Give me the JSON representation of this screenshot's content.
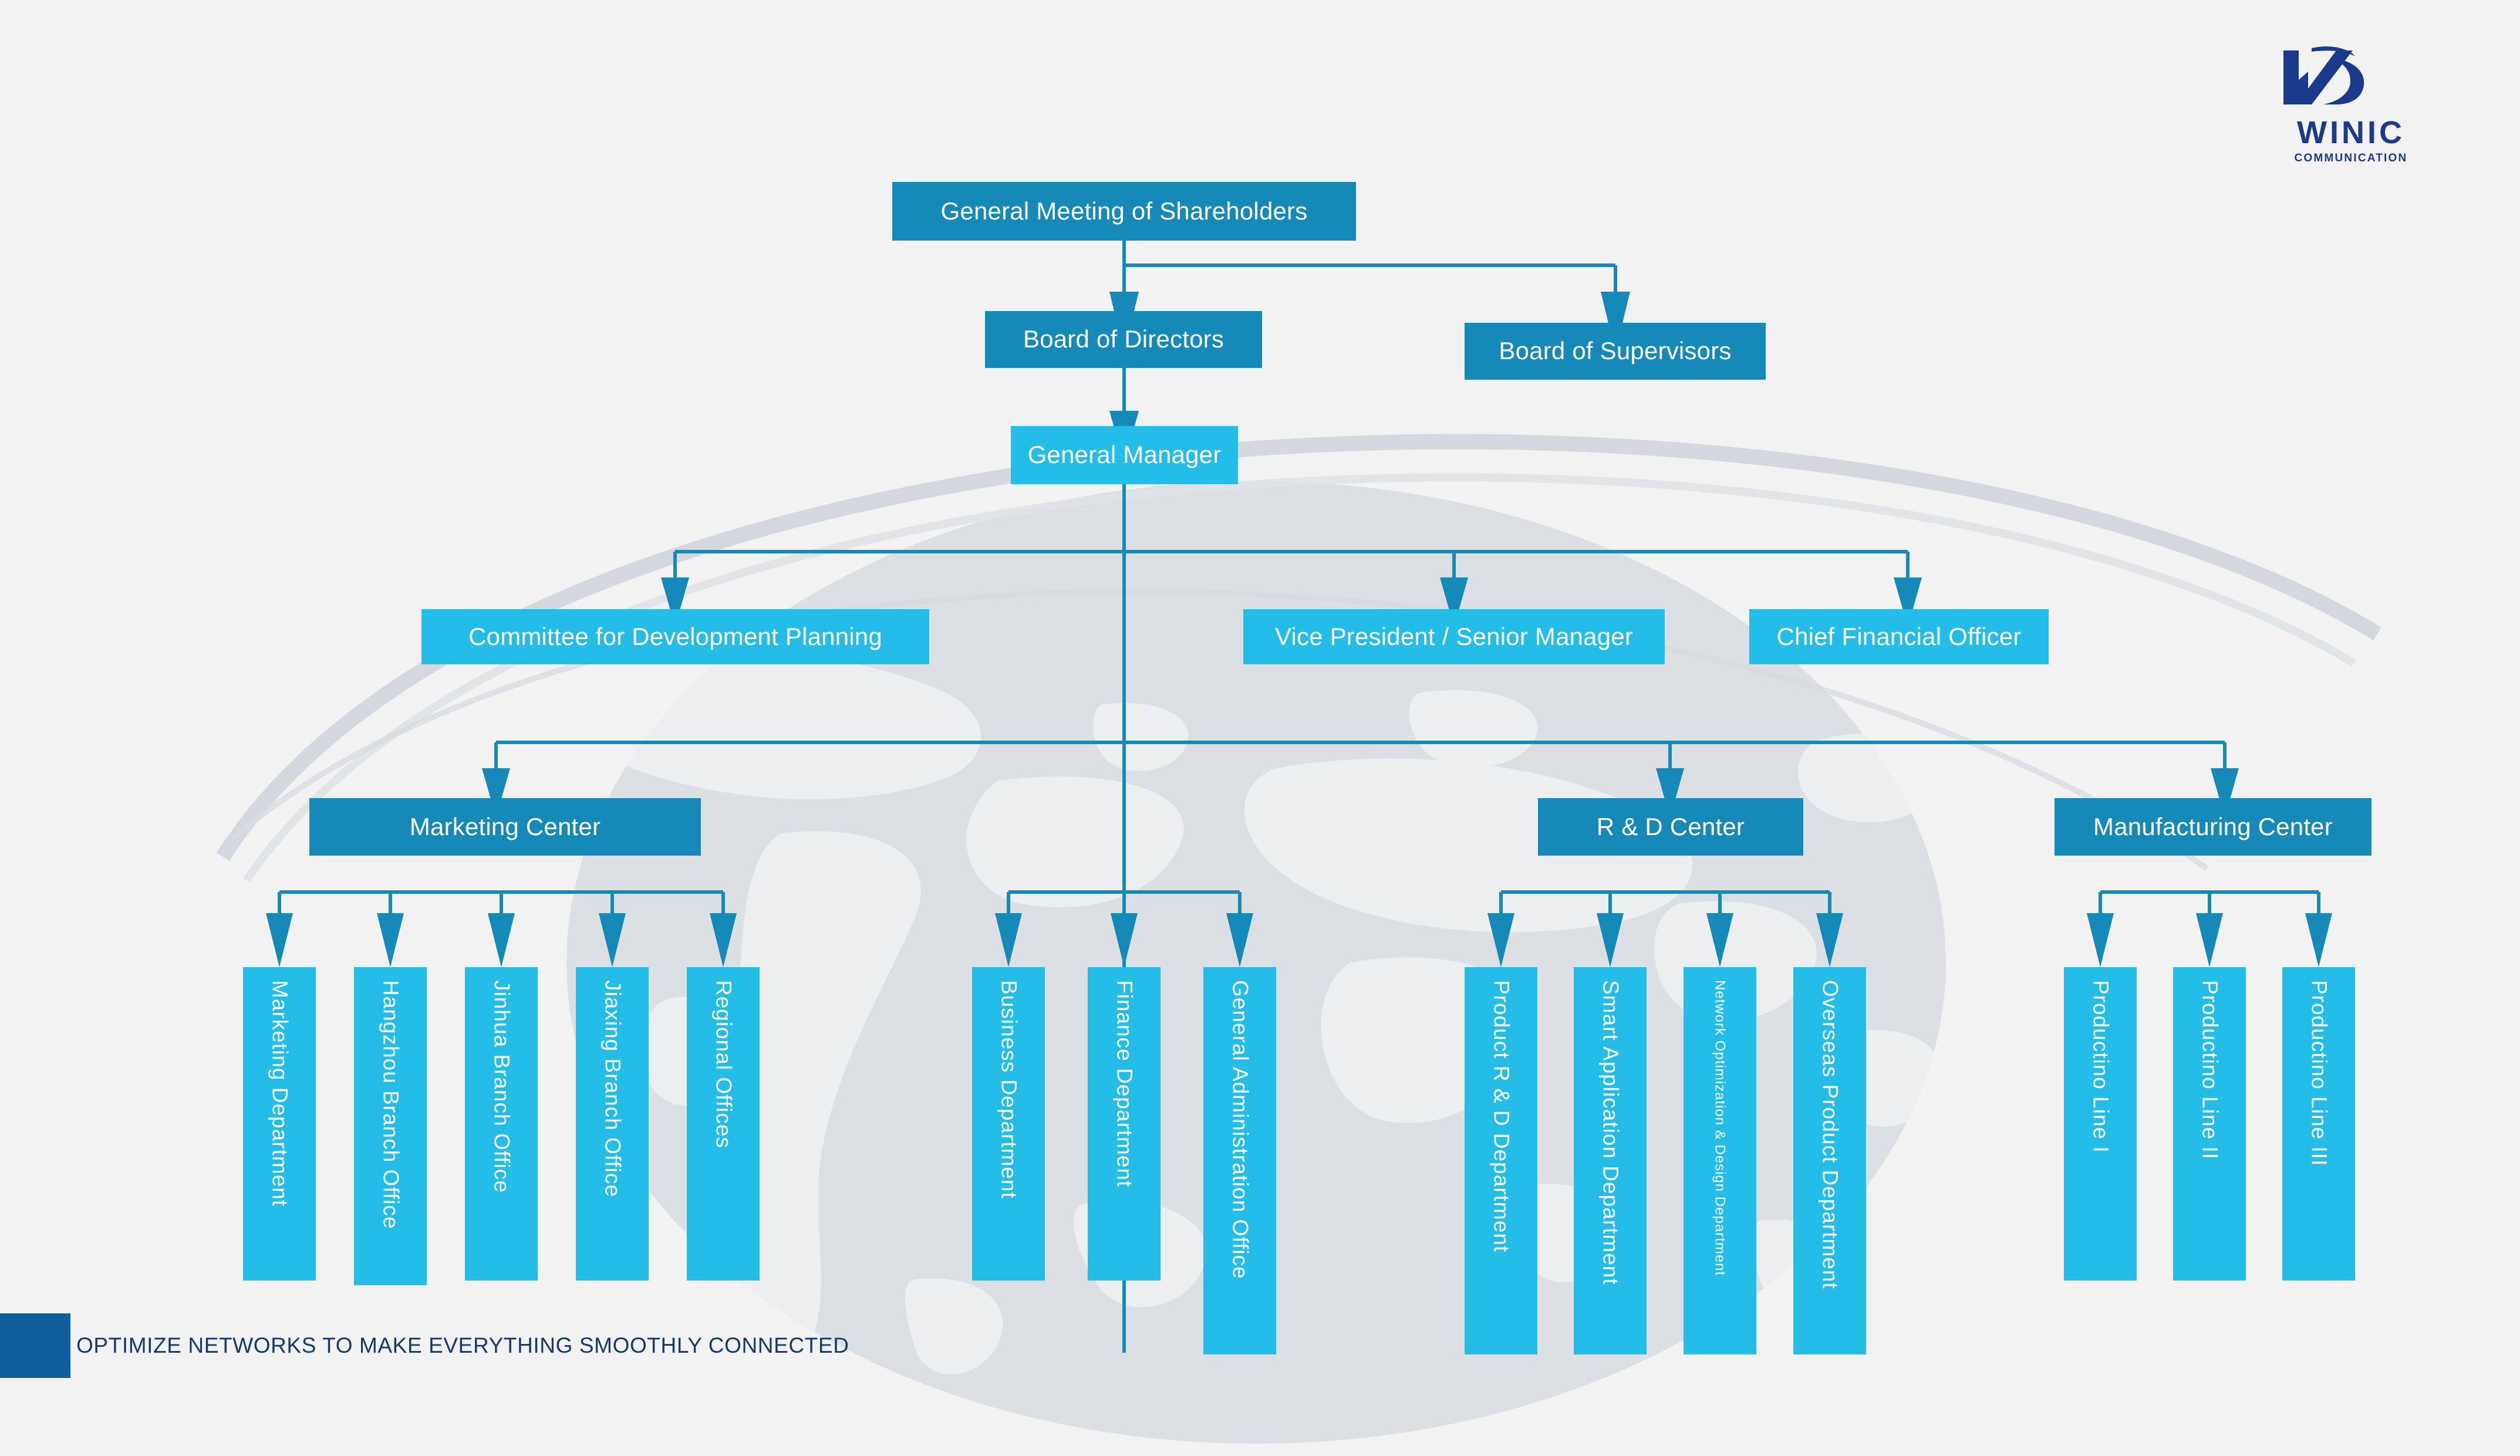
{
  "page": {
    "background_color": "#f2f2f2",
    "title": "Organization Chart"
  },
  "brand": {
    "logo_mark": "winic-monogram-icon",
    "name": "WINIC",
    "subtitle": "COMMUNICATION",
    "color": "#1b3a8c"
  },
  "footer": {
    "accent_color": "#115e9e",
    "tagline": "OPTIMIZE NETWORKS TO MAKE EVERYTHING SMOOTHLY CONNECTED",
    "text_color": "#123a6b"
  },
  "palette": {
    "dark_blue": "#1589b8",
    "light_blue": "#23bde8",
    "connector": "#1589b8",
    "map_gray": "#d4d8dd"
  },
  "chart_data": {
    "type": "diagram",
    "title": "Organization Chart",
    "levels": [
      {
        "level": 1,
        "nodes": [
          {
            "id": "gms",
            "label": "General Meeting of Shareholders",
            "color": "dark"
          }
        ]
      },
      {
        "level": 2,
        "nodes": [
          {
            "id": "bod",
            "label": "Board of Directors",
            "color": "dark"
          },
          {
            "id": "bos",
            "label": "Board of Supervisors",
            "color": "dark"
          }
        ]
      },
      {
        "level": 3,
        "nodes": [
          {
            "id": "gm",
            "label": "General Manager",
            "color": "light"
          }
        ]
      },
      {
        "level": 4,
        "nodes": [
          {
            "id": "cdp",
            "label": "Committee for Development Planning",
            "color": "light"
          },
          {
            "id": "vp",
            "label": "Vice President / Senior Manager",
            "color": "light"
          },
          {
            "id": "cfo",
            "label": "Chief Financial Officer",
            "color": "light"
          }
        ]
      },
      {
        "level": 5,
        "nodes": [
          {
            "id": "mc",
            "label": "Marketing Center",
            "color": "dark"
          },
          {
            "id": "rd",
            "label": "R & D Center",
            "color": "dark"
          },
          {
            "id": "mfg",
            "label": "Manufacturing Center",
            "color": "dark"
          }
        ]
      },
      {
        "level": 6,
        "nodes": [
          {
            "id": "d1",
            "label": "Marketing Department",
            "color": "light",
            "group": "marketing"
          },
          {
            "id": "d2",
            "label": "Hangzhou Branch Office",
            "color": "light",
            "group": "marketing"
          },
          {
            "id": "d3",
            "label": "Jinhua Branch Office",
            "color": "light",
            "group": "marketing"
          },
          {
            "id": "d4",
            "label": "Jiaxing Branch Office",
            "color": "light",
            "group": "marketing"
          },
          {
            "id": "d5",
            "label": "Regional Offices",
            "color": "light",
            "group": "marketing"
          },
          {
            "id": "d6",
            "label": "Business Department",
            "color": "light",
            "group": "general-manager"
          },
          {
            "id": "d7",
            "label": "Finance Department",
            "color": "light",
            "group": "general-manager"
          },
          {
            "id": "d8",
            "label": "General Administration Office",
            "color": "light",
            "group": "general-manager"
          },
          {
            "id": "d9",
            "label": "Product R & D Department",
            "color": "light",
            "group": "rd"
          },
          {
            "id": "d10",
            "label": "Smart Application Department",
            "color": "light",
            "group": "rd"
          },
          {
            "id": "d11",
            "label": "Network Optimization & Design Department",
            "color": "light",
            "group": "rd",
            "small": true
          },
          {
            "id": "d12",
            "label": "Overseas Product Department",
            "color": "light",
            "group": "rd"
          },
          {
            "id": "d13",
            "label": "Productino Line I",
            "color": "light",
            "group": "manufacturing"
          },
          {
            "id": "d14",
            "label": "Productino Line II",
            "color": "light",
            "group": "manufacturing"
          },
          {
            "id": "d15",
            "label": "Productino Line III",
            "color": "light",
            "group": "manufacturing"
          }
        ]
      }
    ],
    "edges": [
      {
        "from": "gms",
        "to": "bod"
      },
      {
        "from": "gms",
        "to": "bos"
      },
      {
        "from": "bod",
        "to": "gm"
      },
      {
        "from": "gm",
        "to": "cdp"
      },
      {
        "from": "gm",
        "to": "vp"
      },
      {
        "from": "gm",
        "to": "cfo"
      },
      {
        "from": "gm",
        "to": "mc"
      },
      {
        "from": "gm",
        "to": "rd"
      },
      {
        "from": "gm",
        "to": "mfg"
      },
      {
        "from": "mc",
        "to": "d1"
      },
      {
        "from": "mc",
        "to": "d2"
      },
      {
        "from": "mc",
        "to": "d3"
      },
      {
        "from": "mc",
        "to": "d4"
      },
      {
        "from": "mc",
        "to": "d5"
      },
      {
        "from": "gm",
        "to": "d6"
      },
      {
        "from": "gm",
        "to": "d7"
      },
      {
        "from": "gm",
        "to": "d8"
      },
      {
        "from": "rd",
        "to": "d9"
      },
      {
        "from": "rd",
        "to": "d10"
      },
      {
        "from": "rd",
        "to": "d11"
      },
      {
        "from": "rd",
        "to": "d12"
      },
      {
        "from": "mfg",
        "to": "d13"
      },
      {
        "from": "mfg",
        "to": "d14"
      },
      {
        "from": "mfg",
        "to": "d15"
      }
    ]
  }
}
